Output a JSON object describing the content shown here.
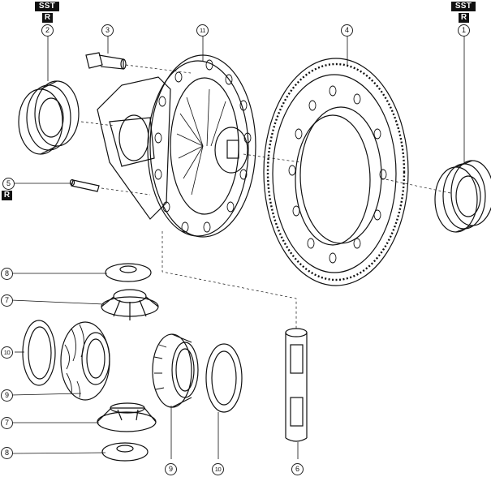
{
  "badges": {
    "sst": "SST",
    "r": "R"
  },
  "callouts": {
    "c1": "1",
    "c2": "2",
    "c3": "3",
    "c4": "4",
    "c5": "5",
    "c6": "6",
    "c7": "7",
    "c8": "8",
    "c9": "9",
    "c10": "10",
    "c11": "11"
  }
}
